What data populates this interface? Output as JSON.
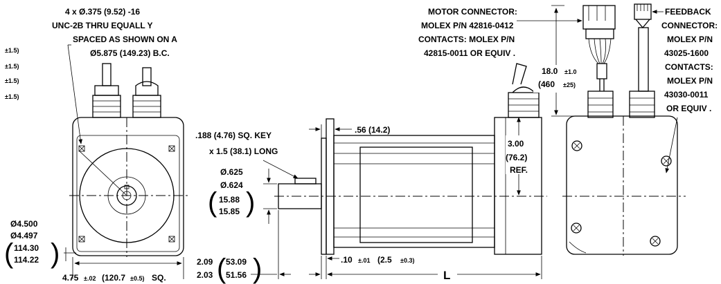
{
  "left_view": {
    "hole_note": [
      "4 x Ø.375 (9.52) -16",
      "UNC-2B THRU EQUALL  Y",
      "SPACED AS SHOWN ON A",
      "Ø5.875 (149.23) B.C."
    ],
    "tolerance_marks": [
      "±1.5)",
      "±1.5)",
      "±1.5)",
      "±1.5)"
    ],
    "pilot_dia": [
      "Ø4.500",
      "Ø4.497",
      "114.30",
      "114.22"
    ],
    "width_dim": {
      "main": "4.75",
      "tol1": "±.02",
      "metric": "(120.7",
      "tol2": "±0.5)",
      "suffix": "SQ."
    }
  },
  "side_view": {
    "key_note": [
      ".188 (4.76) SQ. KEY",
      "x 1.5 (38.1) LONG"
    ],
    "flange_thickness": ".56 (14.2)",
    "shaft_dia": [
      "Ø.625",
      "Ø.624",
      "15.88",
      "15.85"
    ],
    "shaft_length": [
      "2.09",
      "2.03",
      "53.09",
      "51.56"
    ],
    "pilot_depth": {
      "main": ".10",
      "tol1": "±.01",
      "metric": "(2.5",
      "tol2": "±0.3)"
    },
    "length_label": "L",
    "height_dim": [
      "3.00",
      "(76.2)",
      "REF."
    ],
    "cable_length": {
      "main": "18.0",
      "tol1": "±1.0",
      "metric": "(460",
      "tol2": "±25)"
    }
  },
  "connectors": {
    "motor": [
      "MOTOR CONNECTOR:",
      "MOLEX P/N 42816-0412",
      "CONTACTS: MOLEX P/N",
      "42815-0011 OR EQUIV ."
    ],
    "feedback": [
      "FEEDBACK",
      "CONNECTOR:",
      "MOLEX P/N",
      "43025-1600",
      "CONTACTS:",
      "MOLEX P/N",
      "43030-0011",
      "OR EQUIV ."
    ]
  }
}
